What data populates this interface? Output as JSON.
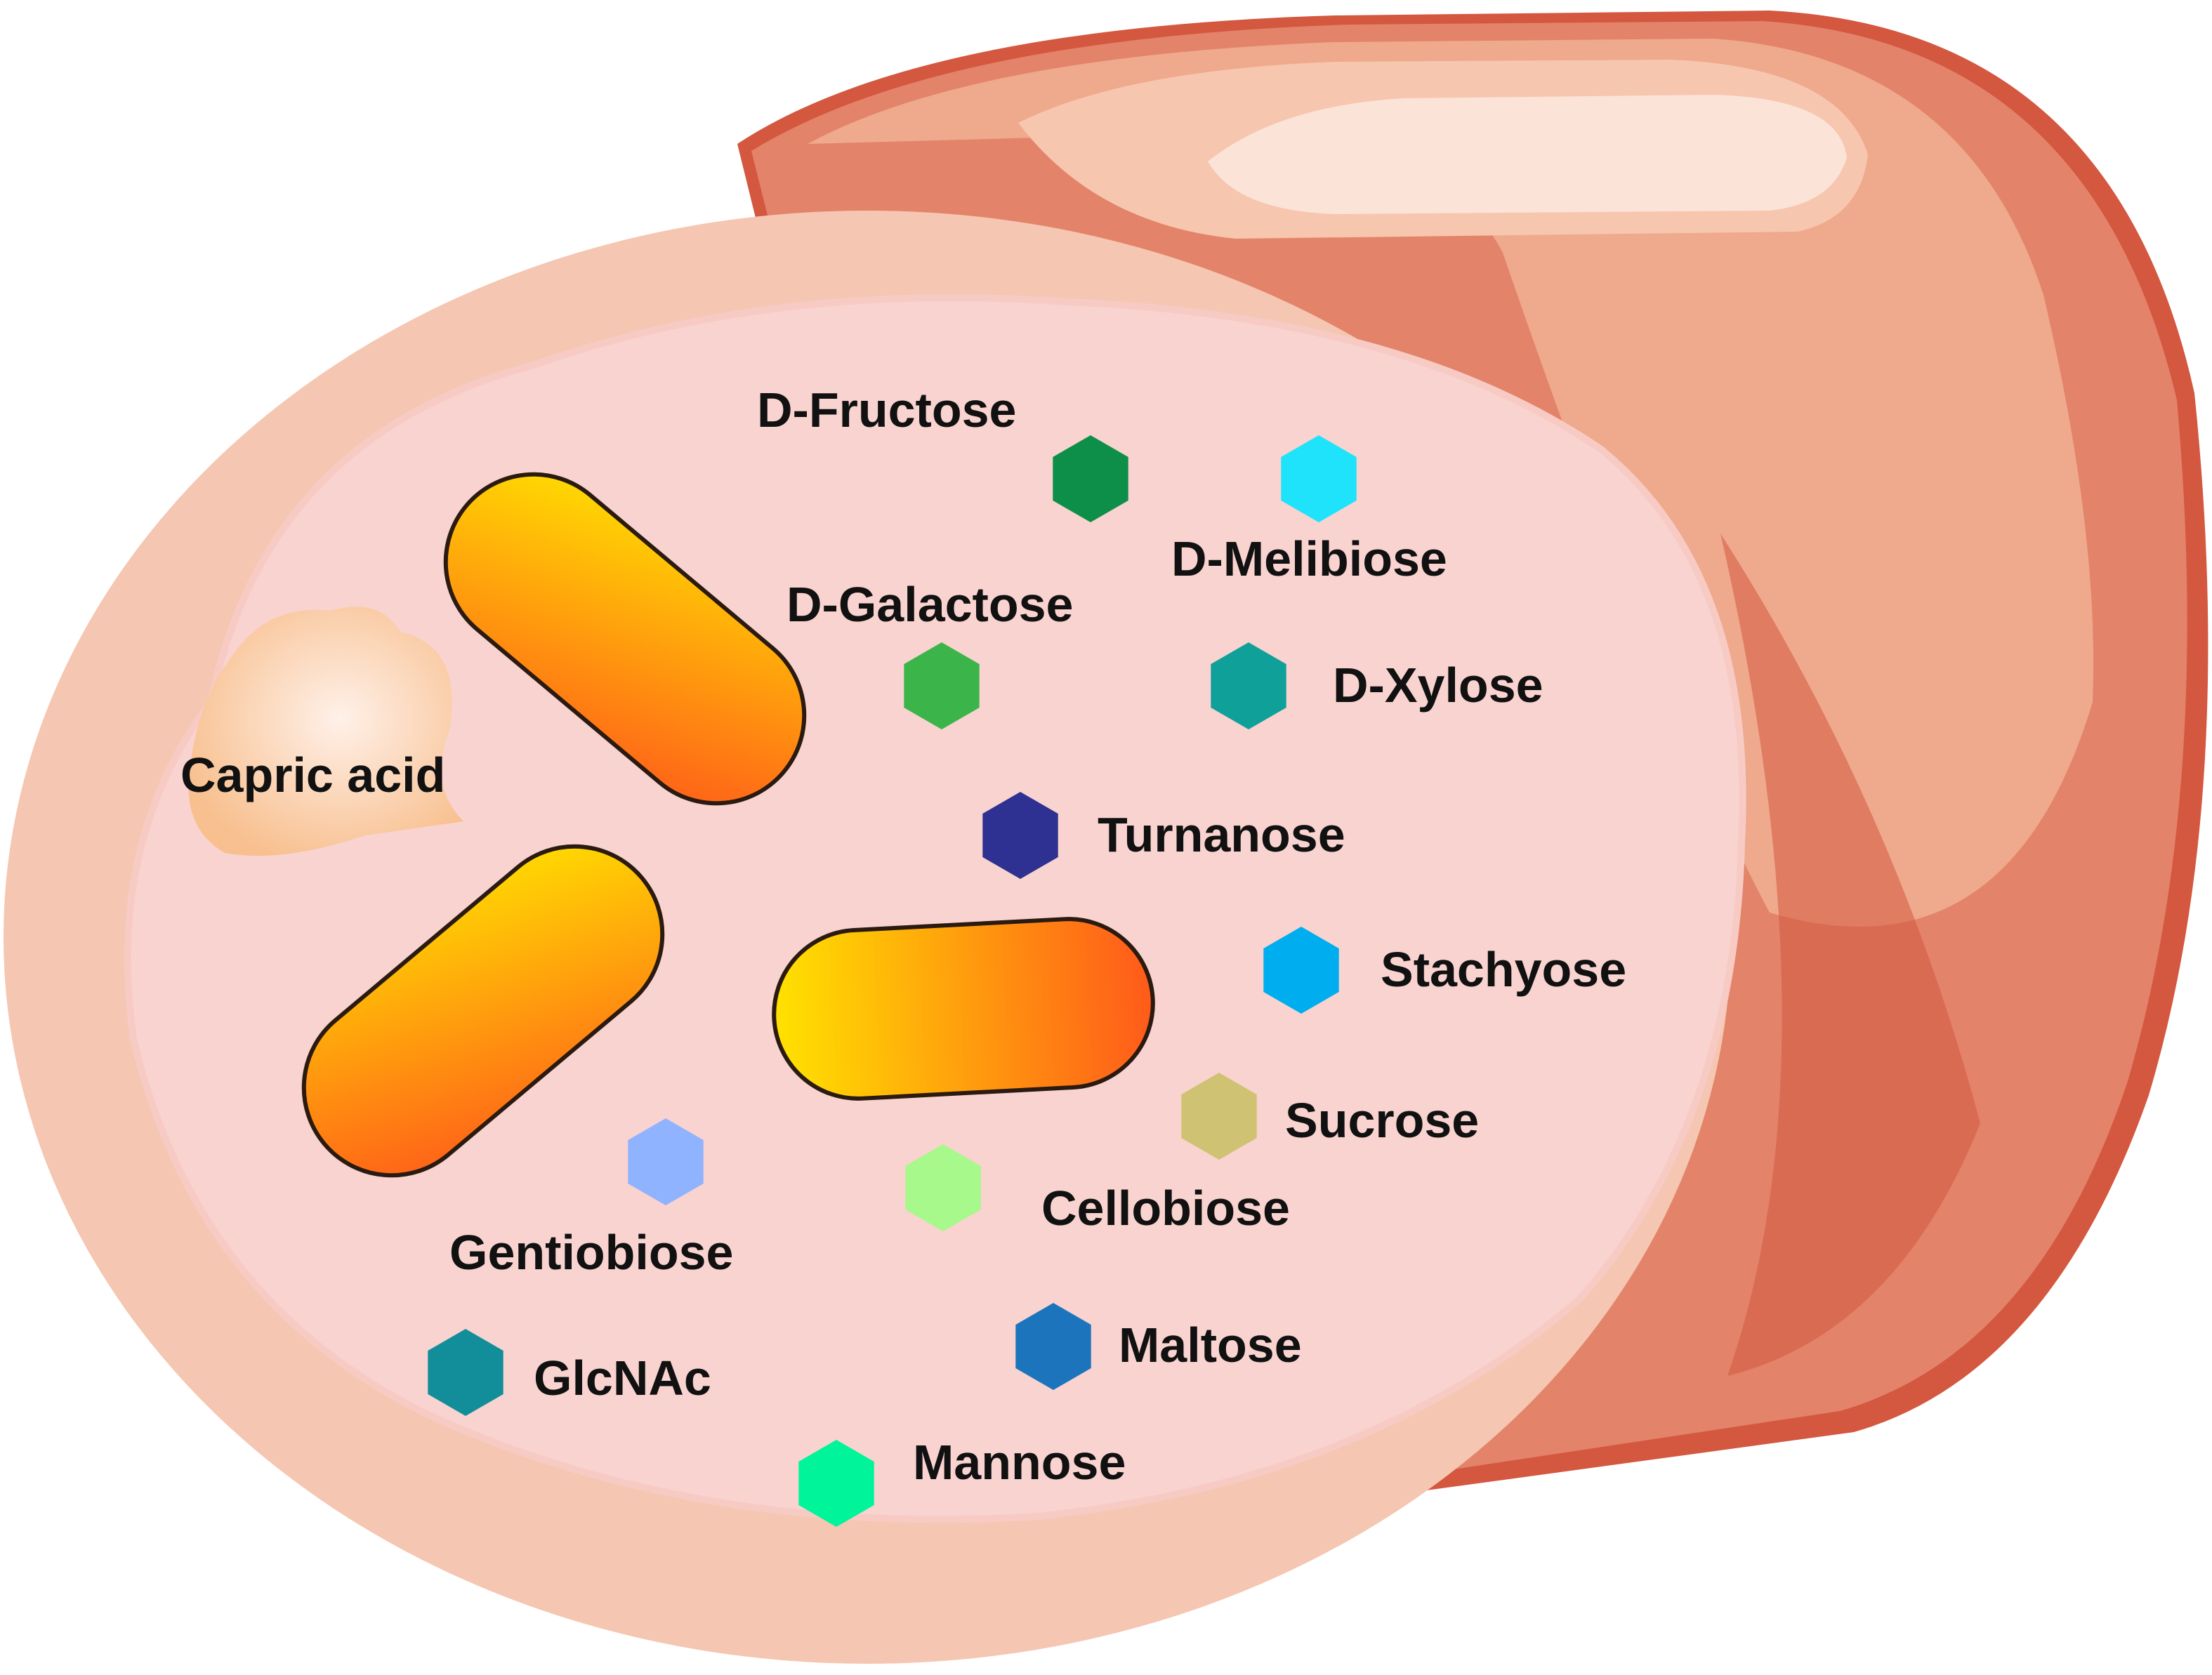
{
  "diagram": {
    "colors": {
      "tube_outer": "#e3836a",
      "tube_mid": "#efa98d",
      "tube_shadow": "#d4573f",
      "rim": "#f5c6b1",
      "lumen": "#f9d3cf",
      "bacteria_start": "#ffe200",
      "bacteria_end": "#ff5a1a",
      "capric_blob": "#fbc89e",
      "text": "#111111"
    },
    "capric_acid": {
      "label": "Capric acid"
    },
    "sugars": [
      {
        "name": "D-Fructose",
        "label": "D-Fructose",
        "color": "#0d8f4a",
        "icon": "hexagon-icon"
      },
      {
        "name": "D-Melibiose",
        "label": "D-Melibiose",
        "color": "#1ee3fb",
        "icon": "hexagon-icon"
      },
      {
        "name": "D-Galactose",
        "label": "D-Galactose",
        "color": "#3bb54a",
        "icon": "hexagon-icon"
      },
      {
        "name": "D-Xylose",
        "label": "D-Xylose",
        "color": "#10a09a",
        "icon": "hexagon-icon"
      },
      {
        "name": "Turnanose",
        "label": "Turnanose",
        "color": "#2e3192",
        "icon": "hexagon-icon"
      },
      {
        "name": "Stachyose",
        "label": "Stachyose",
        "color": "#00aeef",
        "icon": "hexagon-icon"
      },
      {
        "name": "Sucrose",
        "label": "Sucrose",
        "color": "#cfc272",
        "icon": "hexagon-icon"
      },
      {
        "name": "Cellobiose",
        "label": "Cellobiose",
        "color": "#a6f98a",
        "icon": "hexagon-icon"
      },
      {
        "name": "Gentiobiose",
        "label": "Gentiobiose",
        "color": "#8fb3ff",
        "icon": "hexagon-icon"
      },
      {
        "name": "Maltose",
        "label": "Maltose",
        "color": "#1c75bc",
        "icon": "hexagon-icon"
      },
      {
        "name": "GlcNAc",
        "label": "GlcNAc",
        "color": "#128e9b",
        "icon": "hexagon-icon"
      },
      {
        "name": "Mannose",
        "label": "Mannose",
        "color": "#00f59b",
        "icon": "hexagon-icon"
      }
    ]
  }
}
